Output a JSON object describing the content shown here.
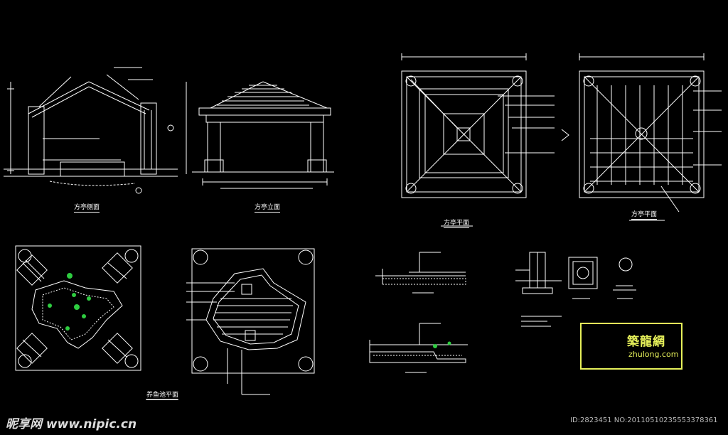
{
  "drawings": {
    "side_elevation_title": "方亭侧面",
    "front_elevation_title": "方亭立面",
    "plan_title": "方亭平面",
    "pond_plan_title": "养鱼池平面"
  },
  "logo": {
    "cn": "築龍網",
    "en": "zhulong.com",
    "accent": "#e6f05a"
  },
  "watermark": {
    "site": "昵享网 www.nipic.cn",
    "image_id": "ID:2823451 NO:20110510235553378361"
  },
  "colors": {
    "line": "#ffffff",
    "background": "#000000",
    "green_accent": "#2ecc40"
  }
}
